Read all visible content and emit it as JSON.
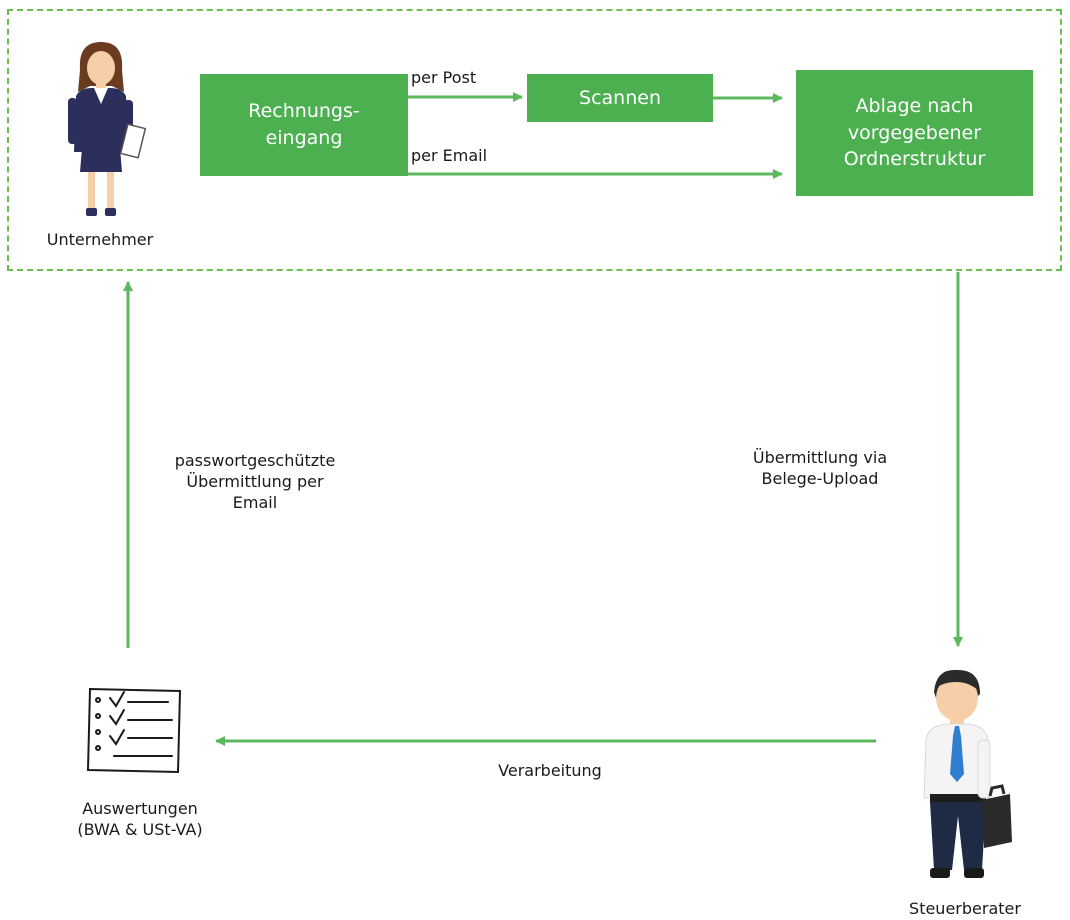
{
  "colors": {
    "accent": "#4caf50",
    "line": "#5cb85c",
    "frame": "#6cbf4e"
  },
  "actors": {
    "entrepreneur": {
      "label": "Unternehmer",
      "icon": "businesswoman-icon"
    },
    "tax_advisor": {
      "label": "Steuerberater",
      "icon": "businessman-icon"
    },
    "reports": {
      "label": "Auswertungen\n(BWA & USt-VA)",
      "icon": "checklist-icon"
    }
  },
  "boxes": {
    "invoice_receipt": "Rechnungs-\neingang",
    "scan": "Scannen",
    "filing": "Ablage nach\nvorgegebener\nOrdnerstruktur"
  },
  "edges": {
    "by_post": "per Post",
    "by_email": "per Email",
    "upload": "Übermittlung via\nBelege-Upload",
    "processing": "Verarbeitung",
    "secure_email": "passwortgeschützte\nÜbermittlung per\nEmail"
  }
}
